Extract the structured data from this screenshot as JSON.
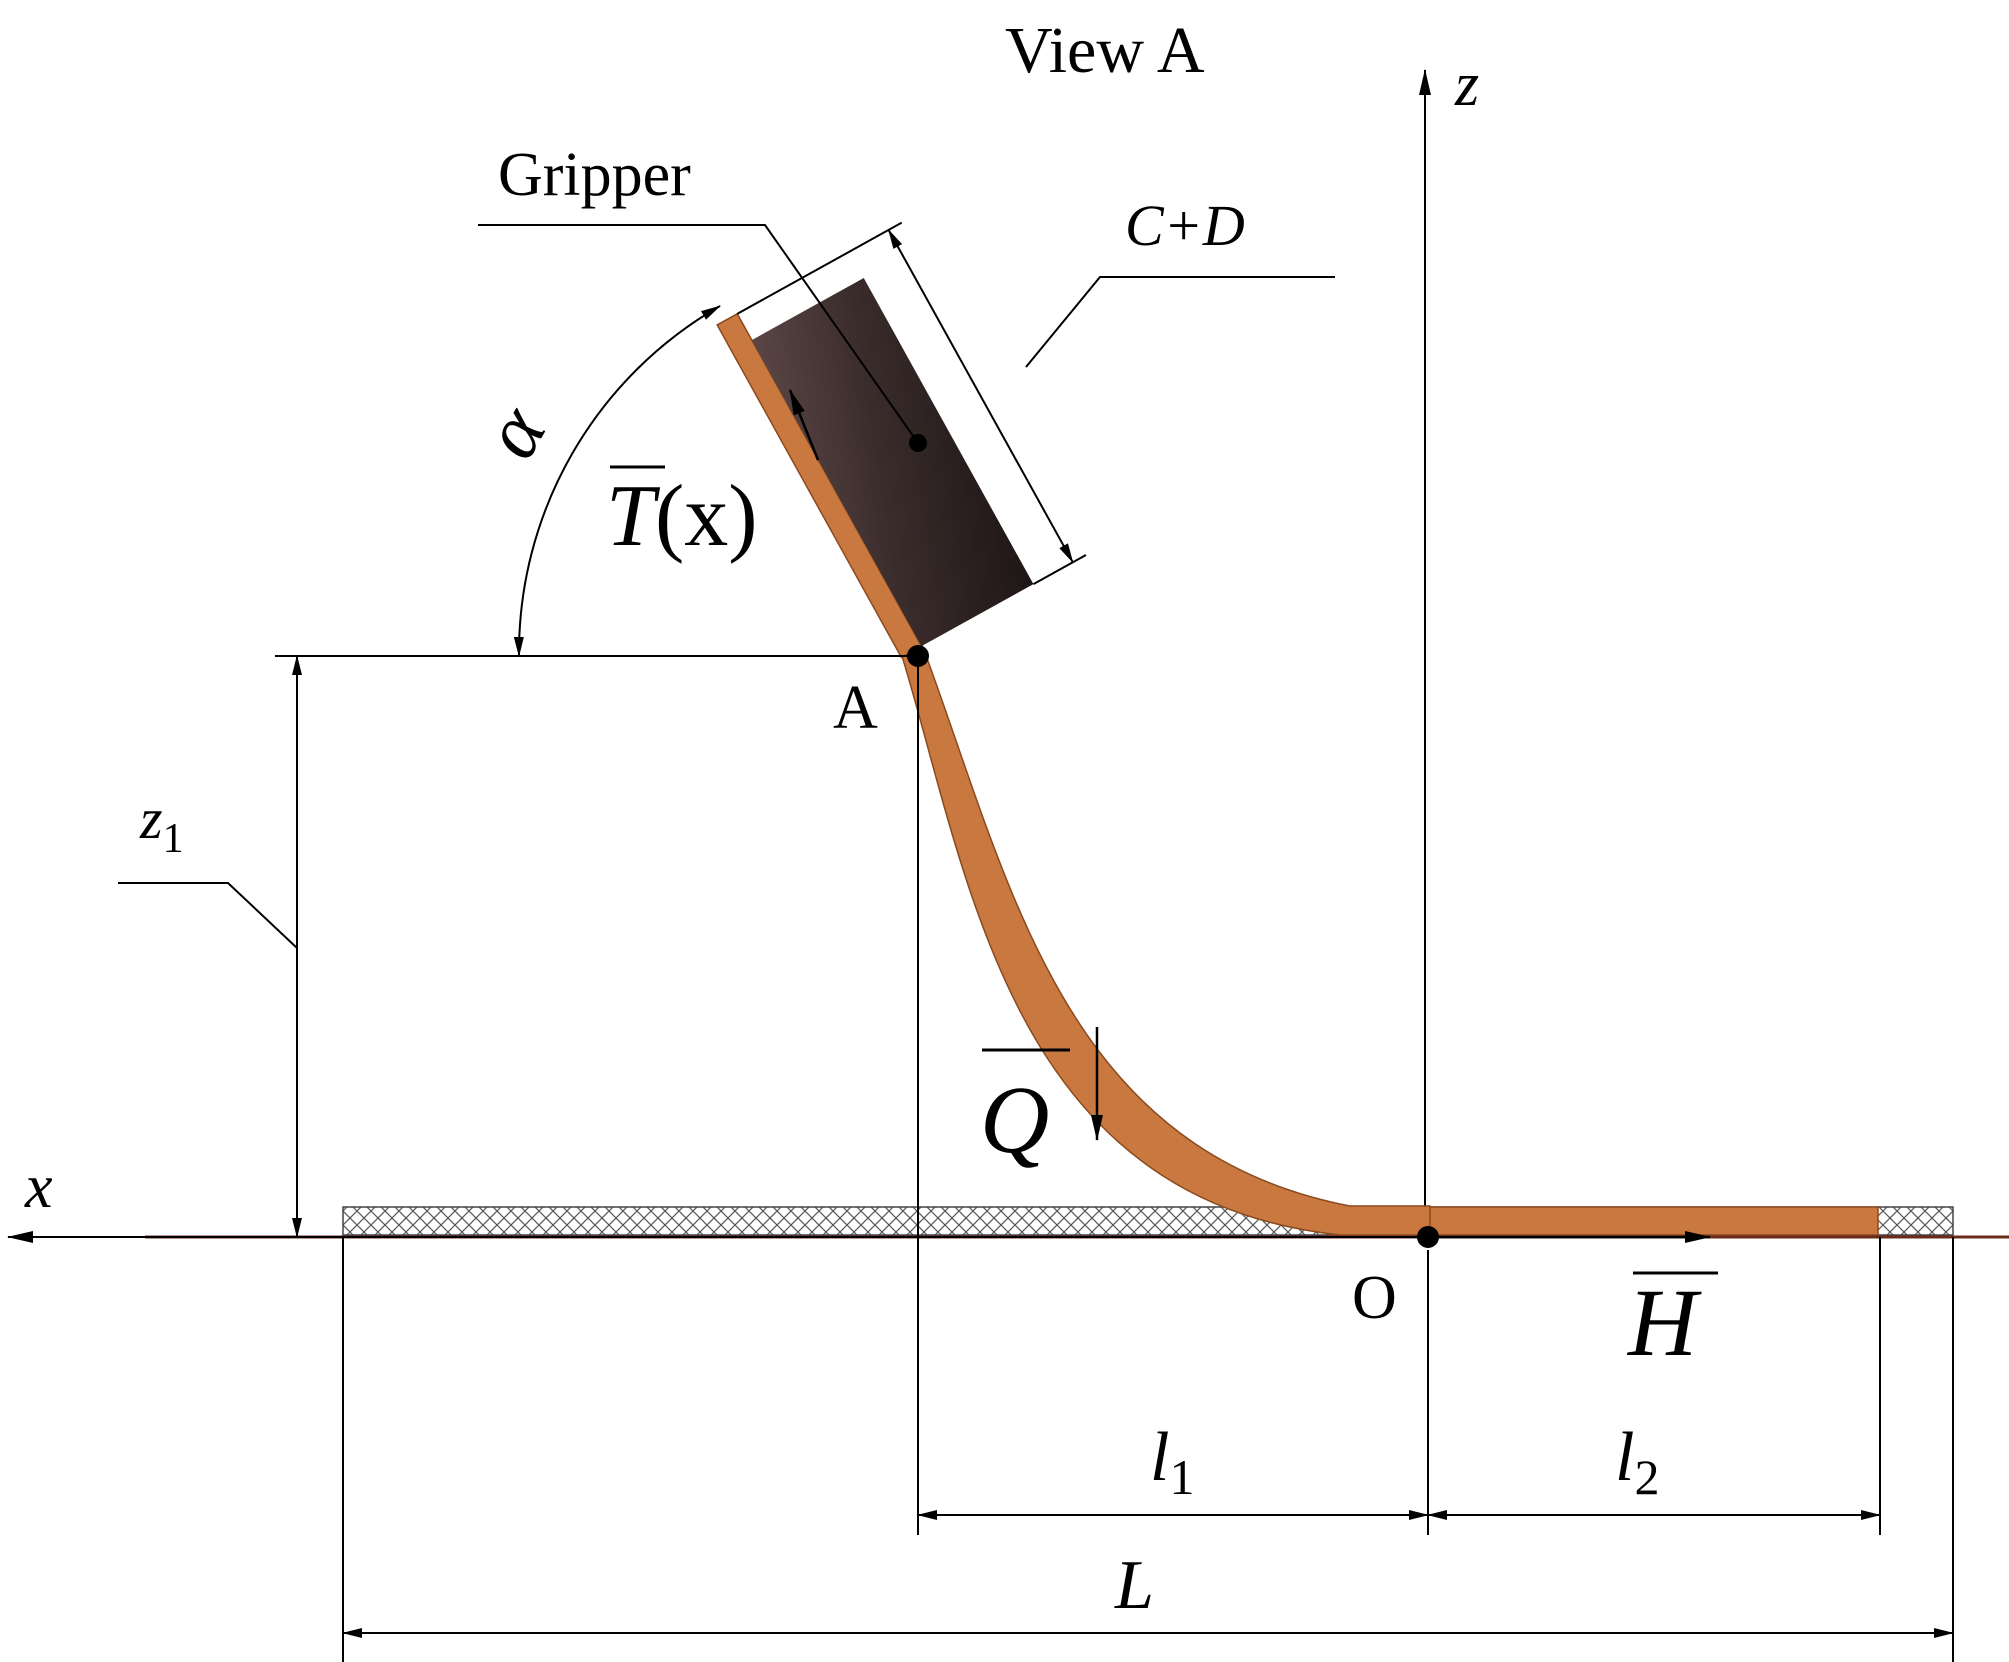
{
  "title": "View A",
  "labels": {
    "gripper": "Gripper",
    "gripper_size": "C+D",
    "angle": "α",
    "tension": "T(x)",
    "tension_symbol": "T",
    "tension_arg": "(x)",
    "weight": "Q",
    "horizontal_force": "H",
    "point_a": "A",
    "origin": "O",
    "axis_x": "x",
    "axis_z": "z",
    "height": "z",
    "height_sub": "1",
    "l1": "l",
    "l1_sub": "1",
    "l2": "l",
    "l2_sub": "2",
    "total_length": "L"
  },
  "colors": {
    "tape": "#c9783f",
    "tape_edge": "#8a4a1f",
    "gripper": "#2e2222",
    "ground": "#6b2b1a",
    "line": "#000000"
  }
}
